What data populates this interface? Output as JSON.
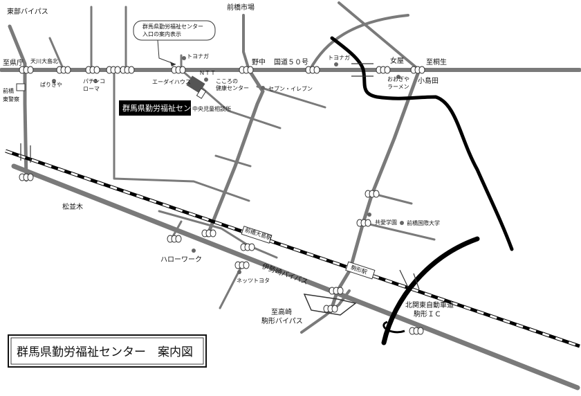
{
  "title": "群馬県勤労福祉センター　案内図",
  "facility": {
    "name": "群馬県勤労福祉センター",
    "entrance_sign": [
      "群馬県勤労福祉センター",
      "入口の案内表示"
    ]
  },
  "labels": {
    "higashibu_bypass": "東部バイパス",
    "maebashi_market": "前橋市場",
    "to_kencho": "至県庁",
    "tenkawa_oshima_kita": "天川大島北",
    "toyota_1": "トヨナガ",
    "nonaka": "野中",
    "route50": "国道５０号",
    "toyota_2": "トヨナガ",
    "onaya": "女屋",
    "to_kiryu": "至桐生",
    "pariya": "ぱりきや",
    "pachinko_roma": [
      "パチンコ",
      "ローマ"
    ],
    "eedai_house": "エーダイハウス",
    "ntt": "ＮＴＴ",
    "kokoro_center": [
      "こころの",
      "健康センター"
    ],
    "seven_eleven": "セブン・イレブン",
    "oogiya_ramen": [
      "おおぎや",
      "ラーメン"
    ],
    "kojimada": "小島田",
    "maebashi_higashi_police": [
      "前橋",
      "東警察"
    ],
    "chuo_jido_sodanjo": "中央児童相談所",
    "matsunamiki": "松並木",
    "kyoai_gakuen": "共愛学園",
    "maebashi_kokusai_univ": "前橋国際大学",
    "maebashi_oshima_station": "前橋大島駅",
    "hello_work": "ハローワーク",
    "netz_toyota": "ネッツトヨタ",
    "isesaki_bypass": "伊勢崎バイパス",
    "komagata_station": "駒形駅",
    "to_takasaki": "至高崎",
    "komagata_bypass": "駒形バイパス",
    "kita_kanto_expressway": "北関東自動車道",
    "komagata_ic": "駒形ＩＣ"
  },
  "colors": {
    "road": "#7a7a7a",
    "river": "#000000",
    "railway": "#000000",
    "facility_box": "#000000",
    "facility_text": "#ffffff"
  }
}
